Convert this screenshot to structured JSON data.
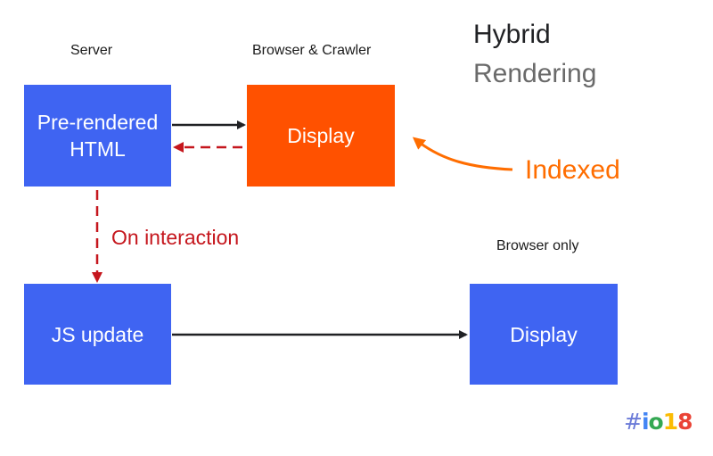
{
  "title": {
    "line1": "Hybrid",
    "line2": "Rendering"
  },
  "column_labels": {
    "server": "Server",
    "browser_crawler": "Browser & Crawler",
    "browser_only": "Browser only"
  },
  "boxes": {
    "prerendered": "Pre-rendered\nHTML",
    "display_top": "Display",
    "js_update": "JS update",
    "display_bottom": "Display"
  },
  "annotations": {
    "on_interaction": "On interaction",
    "indexed": "Indexed"
  },
  "logo": {
    "hash": "#",
    "i": "i",
    "o": "o",
    "one": "1",
    "eight": "8"
  },
  "colors": {
    "box_blue": "#3f64f2",
    "box_orange": "#ff5100",
    "arrow_dark": "#202124",
    "arrow_red_dashed": "#c5161d",
    "indexed_orange": "#ff6d00"
  }
}
